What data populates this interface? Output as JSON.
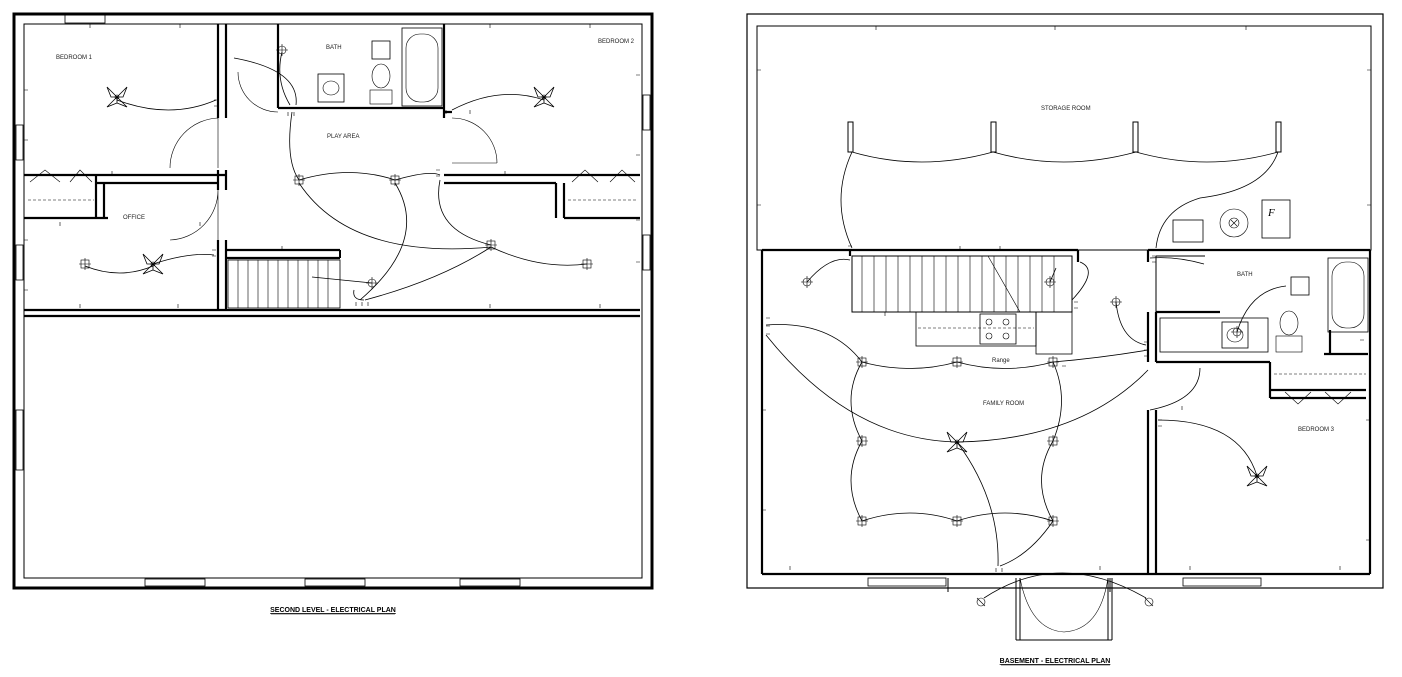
{
  "plans": [
    {
      "title": "SECOND LEVEL - ELECTRICAL PLAN",
      "rooms": {
        "bedroom1": "BEDROOM 1",
        "bath": "BATH",
        "bedroom2": "BEDROOM 2",
        "play_area": "PLAY AREA",
        "office": "OFFICE"
      }
    },
    {
      "title": "BASEMENT - ELECTRICAL PLAN",
      "rooms": {
        "storage_room": "STORAGE ROOM",
        "bath": "BATH",
        "family_room": "FAMILY ROOM",
        "bedroom3": "BEDROOM 3",
        "range": "Range"
      }
    }
  ],
  "legend_symbols": [
    "ceiling-fan-icon",
    "light-fixture-icon",
    "switch-icon",
    "receptacle-icon",
    "furnace-icon",
    "water-heater-icon"
  ]
}
